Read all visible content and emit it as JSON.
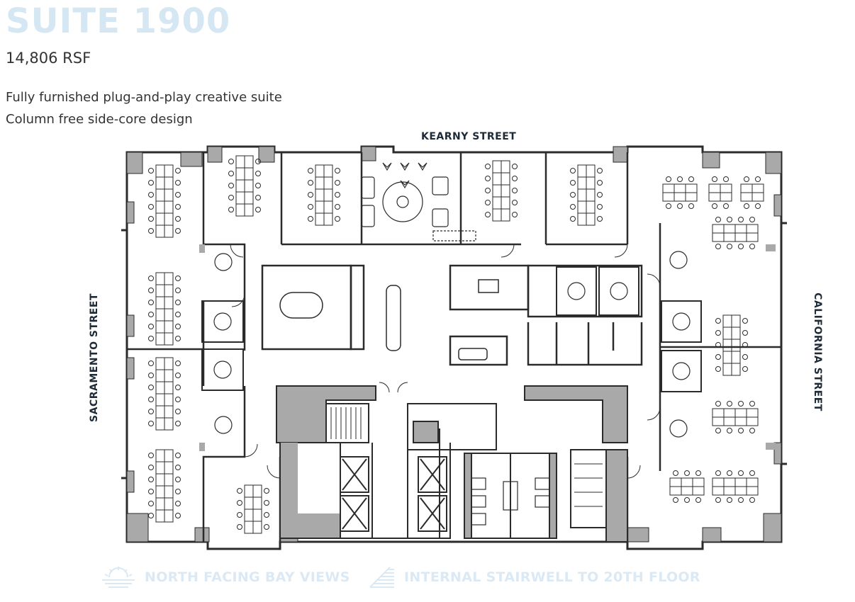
{
  "header": {
    "title": "SUITE 1900",
    "area": "14,806 RSF",
    "features": [
      "Fully furnished plug-and-play creative suite",
      "Column free side-core design"
    ]
  },
  "streets": {
    "north": "KEARNY STREET",
    "west": "SACRAMENTO STREET",
    "east": "CALIFORNIA STREET"
  },
  "highlights": [
    {
      "label": "NORTH FACING BAY VIEWS",
      "icon": "sunrise-icon"
    },
    {
      "label": "INTERNAL STAIRWELL TO 20TH FLOOR",
      "icon": "stairs-icon"
    }
  ],
  "colors": {
    "title": "#d6e7f4",
    "highlight": "#dbe9f4",
    "wall": "#2b2b2b",
    "core_fill": "#a9a9a9",
    "street_label": "#1e2a36"
  }
}
